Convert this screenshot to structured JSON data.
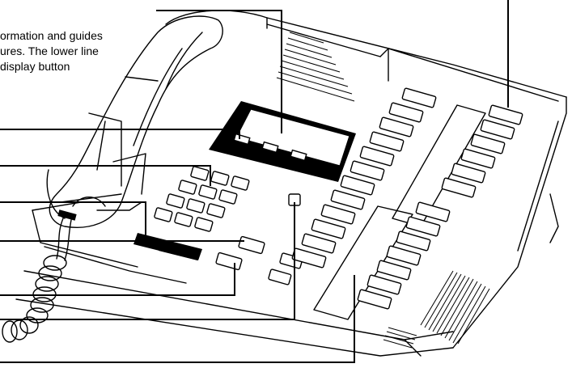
{
  "intro_text": {
    "line1": "ormation and guides",
    "line2": "ures. The lower line",
    "line3": "display button"
  },
  "callouts": [
    {
      "name": "display-screen-callout"
    },
    {
      "name": "display-buttons-callout"
    },
    {
      "name": "dialpad-callout"
    },
    {
      "name": "volume-bar-callout"
    },
    {
      "name": "hold-key-callout"
    },
    {
      "name": "release-key-callout"
    },
    {
      "name": "shift-key-callout"
    },
    {
      "name": "memory-keys-callout"
    },
    {
      "name": "line-keys-callout"
    }
  ]
}
